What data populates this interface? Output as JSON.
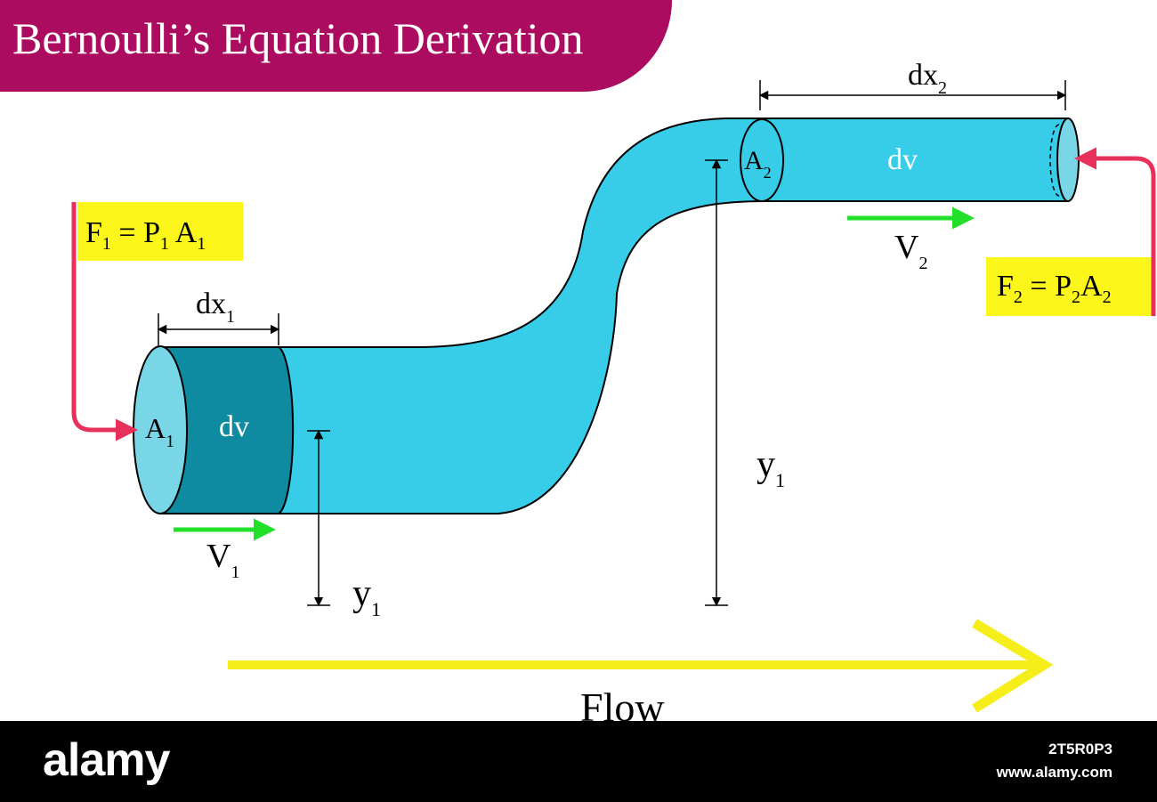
{
  "title": "Bernoulli’s Equation Derivation",
  "colors": {
    "banner": "#ab0c5f",
    "pipe": "#37cde8",
    "pipe_dark": "#0e8aa1",
    "end_cap": "#78d6e6",
    "force_arrow": "#e8315a",
    "velocity_arrow": "#22e02a",
    "flow_arrow": "#f5ee1a",
    "label_box": "#fdf61b"
  },
  "labels": {
    "force1": {
      "main": "F",
      "sub": "1",
      "eq": " = P",
      "sub2": "1",
      "tail": " A",
      "sub3": "1"
    },
    "force2": {
      "main": "F",
      "sub": "2",
      "eq": " = P",
      "sub2": "2",
      "tail": "A",
      "sub3": "2"
    },
    "dx1": {
      "main": "dx",
      "sub": "1"
    },
    "dx2": {
      "main": "dx",
      "sub": "2"
    },
    "area1": {
      "main": "A",
      "sub": "1"
    },
    "area2": {
      "main": "A",
      "sub": "2"
    },
    "dv_left": "dv",
    "dv_right": "dv",
    "v1": {
      "main": "V",
      "sub": "1"
    },
    "v2": {
      "main": "V",
      "sub": "2"
    },
    "y_left": {
      "main": "y",
      "sub": "1"
    },
    "y_right": {
      "main": "y",
      "sub": "1"
    },
    "flow": "Flow"
  },
  "icons": [
    "force-arrow",
    "velocity-arrow",
    "flow-arrow",
    "dimension-arrow"
  ],
  "footer": {
    "logo": "alamy",
    "image_id": "2T5R0P3",
    "url": "www.alamy.com"
  }
}
